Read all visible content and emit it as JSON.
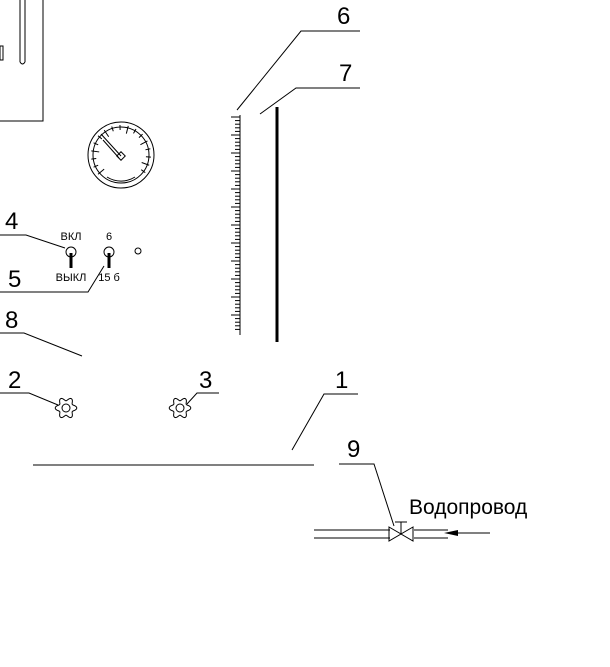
{
  "callouts": {
    "c1": "1",
    "c2": "2",
    "c3": "3",
    "c4": "4",
    "c5": "5",
    "c6": "6",
    "c7": "7",
    "c8": "8",
    "c9": "9"
  },
  "switches": {
    "power_on": "ВКЛ",
    "power_off": "ВЫКЛ",
    "mode_top": "6",
    "mode_bottom": "15 б"
  },
  "water_supply_label": "Водопровод"
}
